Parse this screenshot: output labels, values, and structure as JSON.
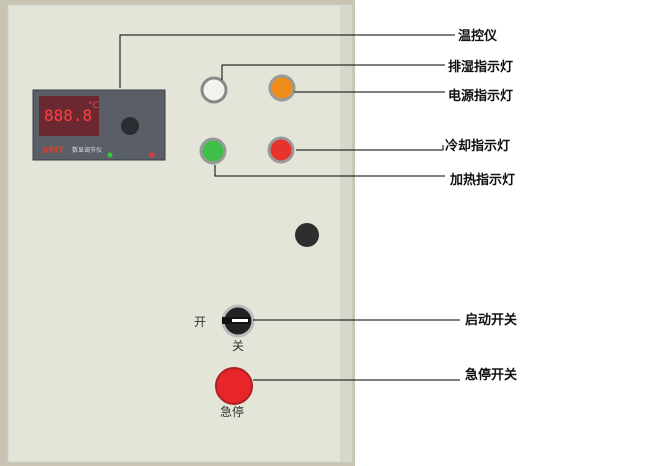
{
  "controller": {
    "brand": "XMT",
    "display": "888.8",
    "unit": "°C",
    "name": "数显调节仪"
  },
  "labels": {
    "temp_controller": "温控仪",
    "dehumid_light": "排湿指示灯",
    "power_light": "电源指示灯",
    "cooling_light": "冷却指示灯",
    "heating_light": "加热指示灯",
    "start_switch": "启动开关",
    "estop_switch": "急停开关"
  },
  "panel_marks": {
    "on": "开",
    "off": "关",
    "estop": "急停"
  },
  "colors": {
    "panel": "#e3e5d8",
    "green_light": "#3fbf4a",
    "red_light": "#e8332d",
    "orange_light": "#f08c1a",
    "estop": "#e8262a"
  }
}
